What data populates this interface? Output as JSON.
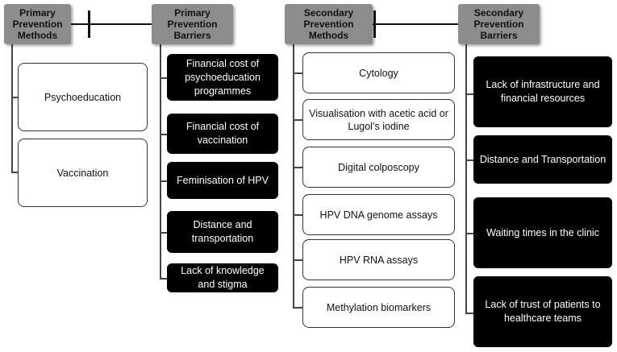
{
  "primary_methods": {
    "header": "Primary Prevention Methods",
    "items": [
      "Psychoeducation",
      "Vaccination"
    ]
  },
  "primary_barriers": {
    "header": "Primary Prevention Barriers",
    "items": [
      "Financial cost of psychoeducation programmes",
      "Financial cost of vaccination",
      "Feminisation of HPV",
      "Distance and transportation",
      "Lack of knowledge and stigma"
    ]
  },
  "secondary_methods": {
    "header": "Secondary Prevention Methods",
    "items": [
      "Cytology",
      "Visualisation with acetic acid or Lugol’s iodine",
      "Digital colposcopy",
      "HPV DNA genome assays",
      "HPV RNA assays",
      "Methylation biomarkers"
    ]
  },
  "secondary_barriers": {
    "header": "Secondary Prevention Barriers",
    "items": [
      "Lack of infrastructure and financial resources",
      "Distance and Transportation",
      "Waiting times in the clinic",
      "Lack of trust of patients to healthcare teams"
    ]
  },
  "colors": {
    "header_fill": "#8c8c8c",
    "barrier_fill": "#000000",
    "method_fill": "#ffffff"
  }
}
